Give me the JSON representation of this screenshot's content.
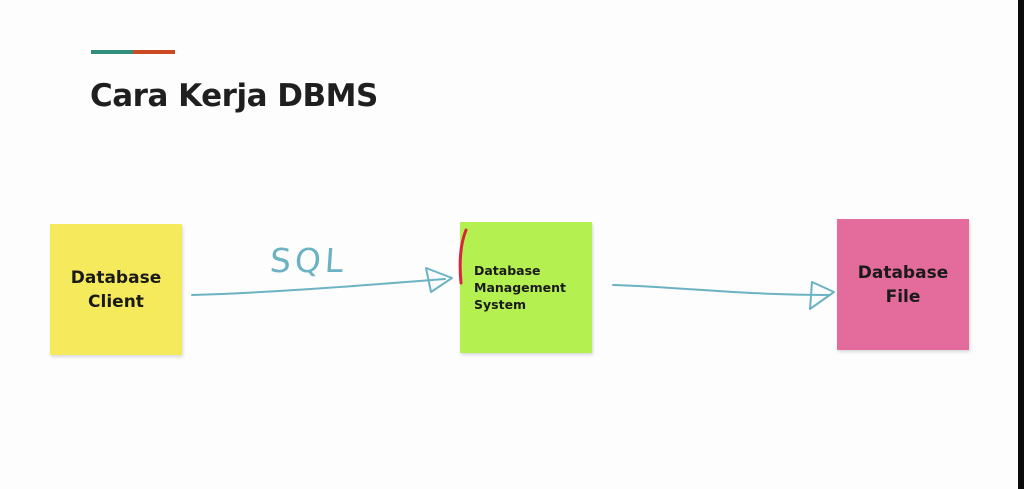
{
  "slide": {
    "title": "Cara Kerja DBMS",
    "accent_colors": {
      "left": "#2f8f7a",
      "right": "#cc4a22"
    }
  },
  "diagram": {
    "nodes": [
      {
        "id": "client",
        "lines": [
          "Database",
          "Client"
        ],
        "color": "#f5ea5c"
      },
      {
        "id": "dbms",
        "lines": [
          "Database",
          "Management",
          "System"
        ],
        "color": "#b4f050"
      },
      {
        "id": "file",
        "lines": [
          "Database",
          "File"
        ],
        "color": "#e46c9c"
      }
    ],
    "edges": [
      {
        "from": "client",
        "to": "dbms",
        "label": "SQL"
      },
      {
        "from": "dbms",
        "to": "file",
        "label": ""
      }
    ],
    "annotation_color": "#6bb3c2",
    "highlight_mark_color": "#d9243c"
  }
}
